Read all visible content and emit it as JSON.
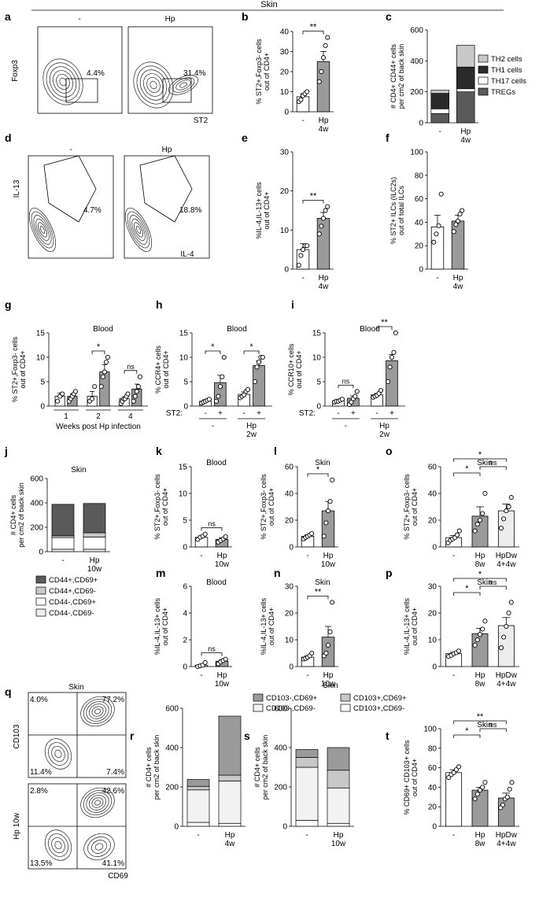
{
  "header": "Skin",
  "panels": {
    "a": {
      "letter": "a",
      "cond": [
        "-",
        "Hp"
      ],
      "ylabel": "Foxp3",
      "xlabel": "ST2",
      "gates": [
        "4.4%",
        "31.4%"
      ]
    },
    "d": {
      "letter": "d",
      "cond": [
        "-",
        "Hp"
      ],
      "ylabel": "IL-13",
      "xlabel": "IL-4",
      "gates": [
        "4.7%",
        "18.8%"
      ]
    },
    "q": {
      "letter": "q",
      "title": "Skin",
      "rowlabel": "Hp 10w",
      "ylabel": "CD103",
      "xlabel": "CD69",
      "quads_top": [
        "4.0%",
        "77.2%",
        "11.4%",
        "7.4%"
      ],
      "quads_bottom": [
        "2.8%",
        "42.6%",
        "13.5%",
        "41.1%"
      ]
    }
  },
  "legends": {
    "c": [
      "TH2 cells",
      "TH1 cells",
      "TH17 cells",
      "TREGs"
    ],
    "j": [
      "CD44+,CD69+",
      "CD44+,CD69-",
      "CD44-,CD69+",
      "CD44-,CD69-"
    ],
    "rs": {
      "title": "Skin",
      "items": [
        "CD103-,CD69+",
        "CD103+,CD69+",
        "CD103-,CD69-",
        "CD103+,CD69-"
      ]
    }
  },
  "colors": {
    "dark": "#5a5a5a",
    "mid": "#9a9a9a",
    "light": "#c8c8c8",
    "pale": "#ececec",
    "white": "#ffffff"
  },
  "chart_data": [
    {
      "id": "b",
      "type": "bar",
      "letter": "b",
      "ylabel": "% ST2+,Foxp3- cells out of CD4+",
      "ylim": [
        0,
        40
      ],
      "ticks": [
        0,
        10,
        20,
        30,
        40
      ],
      "categories": [
        "-",
        "Hp 4w"
      ],
      "values": [
        7.5,
        25
      ],
      "errors": [
        1.5,
        5
      ],
      "points": [
        [
          5,
          6,
          8,
          9,
          10
        ],
        [
          15,
          20,
          27,
          33,
          37
        ]
      ],
      "sig": [
        {
          "pair": [
            0,
            1
          ],
          "label": "**"
        }
      ]
    },
    {
      "id": "c",
      "type": "bar",
      "stacked": true,
      "letter": "c",
      "ylabel": "# CD4+ CD44+ cells per cm2 of back skin",
      "ylim": [
        0,
        600
      ],
      "ticks": [
        0,
        200,
        400,
        600
      ],
      "categories": [
        "-",
        "Hp 4w"
      ],
      "series": [
        {
          "name": "TREGs",
          "values": [
            60,
            200
          ]
        },
        {
          "name": "TH17 cells",
          "values": [
            30,
            20
          ]
        },
        {
          "name": "TH1 cells",
          "values": [
            100,
            140
          ]
        },
        {
          "name": "TH2 cells",
          "values": [
            20,
            140
          ]
        }
      ]
    },
    {
      "id": "e",
      "type": "bar",
      "letter": "e",
      "ylabel": "%IL-4,IL-13+ cells out of CD4+",
      "ylim": [
        0,
        30
      ],
      "ticks": [
        0,
        10,
        20,
        30
      ],
      "categories": [
        "-",
        "Hp 4w"
      ],
      "values": [
        5,
        13
      ],
      "errors": [
        1.5,
        1.5
      ],
      "points": [
        [
          1,
          3.5,
          5,
          6,
          6
        ],
        [
          9,
          11,
          13,
          15,
          16
        ]
      ],
      "sig": [
        {
          "pair": [
            0,
            1
          ],
          "label": "**"
        }
      ]
    },
    {
      "id": "f",
      "type": "bar",
      "letter": "f",
      "ylabel": "% ST2+ ILCs (ILC2s) out of total ILCs",
      "ylim": [
        0,
        100
      ],
      "ticks": [
        0,
        20,
        40,
        60,
        80,
        100
      ],
      "categories": [
        "-",
        "Hp 4w"
      ],
      "values": [
        36,
        41
      ],
      "errors": [
        10,
        5
      ],
      "points": [
        [
          23,
          30,
          37,
          64
        ],
        [
          32,
          38,
          41,
          47,
          50
        ]
      ]
    },
    {
      "id": "g",
      "type": "bar",
      "letter": "g",
      "title": "Blood",
      "ylabel": "% ST2+,Foxp3- cells out of CD4+",
      "ylim": [
        0,
        15
      ],
      "ticks": [
        0,
        5,
        10,
        15
      ],
      "xlabel": "Weeks post Hp infection",
      "groups": [
        "1",
        "2",
        "4"
      ],
      "fills": [
        "white",
        "grey",
        "white",
        "grey",
        "white",
        "grey"
      ],
      "values": [
        2,
        2,
        2,
        7,
        1.5,
        3.5
      ],
      "errors": [
        0.7,
        0.5,
        1,
        1.5,
        0.3,
        1
      ],
      "points": [
        [
          1,
          2,
          2.5
        ],
        [
          1,
          1.5,
          2,
          2.5,
          3
        ],
        [
          1,
          1.5,
          4
        ],
        [
          4,
          6,
          7,
          9,
          10
        ],
        [
          0.5,
          1,
          1.5,
          1.5,
          2,
          2.5
        ],
        [
          1,
          2,
          3,
          4,
          6
        ]
      ],
      "sig": [
        {
          "pair": [
            2,
            3
          ],
          "label": "*"
        },
        {
          "pair": [
            4,
            5
          ],
          "label": "ns"
        }
      ]
    },
    {
      "id": "h",
      "type": "bar",
      "letter": "h",
      "title": "Blood",
      "ylabel": "% CCR4+ cells out of CD4+",
      "ylim": [
        0,
        15
      ],
      "ticks": [
        0,
        5,
        10,
        15
      ],
      "st2label": "ST2:",
      "st2": [
        "-",
        "+",
        "-",
        "+"
      ],
      "groups": [
        "-",
        "Hp 2w"
      ],
      "fills": [
        "white",
        "grey",
        "white",
        "grey"
      ],
      "values": [
        1,
        4.8,
        2.4,
        8.3
      ],
      "errors": [
        0.3,
        1.5,
        0.5,
        1
      ],
      "points": [
        [
          0.6,
          0.8,
          1,
          1.2,
          1.4
        ],
        [
          1,
          2,
          4,
          6,
          10
        ],
        [
          1.7,
          2,
          2.3,
          3,
          3.4
        ],
        [
          5,
          8,
          9,
          10,
          10
        ]
      ],
      "sig": [
        {
          "pair": [
            0,
            1
          ],
          "label": "*"
        },
        {
          "pair": [
            2,
            3
          ],
          "label": "*"
        }
      ]
    },
    {
      "id": "i",
      "type": "bar",
      "letter": "i",
      "title": "Blood",
      "ylabel": "% CCR10+ cells out of CD4+",
      "ylim": [
        0,
        15
      ],
      "ticks": [
        0,
        5,
        10,
        15
      ],
      "st2label": "ST2:",
      "st2": [
        "-",
        "+",
        "-",
        "+"
      ],
      "groups": [
        "-",
        "Hp 2w"
      ],
      "fills": [
        "white",
        "grey",
        "white",
        "grey"
      ],
      "values": [
        1.1,
        1.6,
        2.3,
        9.3
      ],
      "errors": [
        0.2,
        0.5,
        0.3,
        1.3
      ],
      "points": [
        [
          0.8,
          1,
          1,
          1.2,
          1.4
        ],
        [
          0.3,
          0.8,
          1.5,
          2,
          3
        ],
        [
          1.8,
          2,
          2.2,
          2.6,
          3.2
        ],
        [
          5,
          8,
          10,
          11,
          15
        ]
      ],
      "sig": [
        {
          "pair": [
            0,
            1
          ],
          "label": "ns"
        },
        {
          "pair": [
            2,
            3
          ],
          "label": "**"
        }
      ]
    },
    {
      "id": "j",
      "type": "bar",
      "stacked": true,
      "letter": "j",
      "title": "Skin",
      "ylabel": "# CD4+ cells per cm2 of back skin",
      "ylim": [
        0,
        600
      ],
      "ticks": [
        0,
        200,
        400,
        600
      ],
      "categories": [
        "-",
        "Hp 10w"
      ],
      "series": [
        {
          "name": "CD44-,CD69-",
          "values": [
            20,
            20
          ]
        },
        {
          "name": "CD44-,CD69+",
          "values": [
            95,
            100
          ]
        },
        {
          "name": "CD44+,CD69-",
          "values": [
            15,
            35
          ]
        },
        {
          "name": "CD44+,CD69+",
          "values": [
            258,
            240
          ]
        }
      ]
    },
    {
      "id": "k",
      "type": "bar",
      "letter": "k",
      "title": "Blood",
      "ylabel": "% ST2+,Foxp3- cells out of CD4+",
      "ylim": [
        0,
        15
      ],
      "ticks": [
        0,
        5,
        10,
        15
      ],
      "categories": [
        "-",
        "Hp 10w"
      ],
      "values": [
        1.8,
        1.4
      ],
      "errors": [
        0.3,
        0.3
      ],
      "points": [
        [
          1.4,
          1.8,
          2,
          2.4
        ],
        [
          0.9,
          1.2,
          1.5,
          1.9
        ]
      ],
      "sig": [
        {
          "pair": [
            0,
            1
          ],
          "label": "ns"
        }
      ]
    },
    {
      "id": "l",
      "type": "bar",
      "letter": "l",
      "title": "Skin",
      "ylabel": "% ST2+,Foxp3- cells out of CD4+",
      "ylim": [
        0,
        60
      ],
      "ticks": [
        0,
        20,
        40,
        60
      ],
      "categories": [
        "-",
        "Hp 10w"
      ],
      "values": [
        8,
        27
      ],
      "errors": [
        1,
        7
      ],
      "points": [
        [
          6,
          7,
          8,
          9,
          10
        ],
        [
          8,
          18,
          27,
          34,
          50
        ]
      ],
      "sig": [
        {
          "pair": [
            0,
            1
          ],
          "label": "*"
        }
      ]
    },
    {
      "id": "o",
      "type": "bar",
      "letter": "o",
      "title": "Skin",
      "ylabel": "% ST2+,Foxp3- cells out of CD4+",
      "ylim": [
        0,
        60
      ],
      "ticks": [
        0,
        20,
        40,
        60
      ],
      "categories": [
        "-",
        "Hp 8w",
        "HpDw 4+4w"
      ],
      "fills": [
        "white",
        "grey",
        "light"
      ],
      "values": [
        7,
        23,
        27
      ],
      "errors": [
        1.5,
        7,
        5
      ],
      "points": [
        [
          3,
          5,
          6,
          7,
          9,
          12
        ],
        [
          12,
          17,
          20,
          25,
          40
        ],
        [
          14,
          21,
          27,
          30,
          37
        ]
      ],
      "sig": [
        {
          "pair": [
            0,
            2
          ],
          "label": "*",
          "row": 2
        },
        {
          "pair": [
            0,
            1
          ],
          "label": "*",
          "row": 0
        },
        {
          "pair": [
            1,
            2
          ],
          "label": "ns",
          "row": 1
        }
      ]
    },
    {
      "id": "m",
      "type": "bar",
      "letter": "m",
      "title": "Blood",
      "ylabel": "%IL-4,IL-13+ cells out of CD4+",
      "ylim": [
        0,
        6
      ],
      "ticks": [
        0,
        2,
        4,
        6
      ],
      "categories": [
        "-",
        "Hp 10w"
      ],
      "values": [
        0.1,
        0.4
      ],
      "errors": [
        0.05,
        0.1
      ],
      "points": [
        [
          0,
          0.05,
          0.1,
          0.3
        ],
        [
          0.2,
          0.35,
          0.45,
          0.55
        ]
      ],
      "sig": [
        {
          "pair": [
            0,
            1
          ],
          "label": "ns"
        }
      ]
    },
    {
      "id": "n",
      "type": "bar",
      "letter": "n",
      "title": "Skin",
      "ylabel": "%IL-4,IL-13+ cells out of CD4+",
      "ylim": [
        0,
        30
      ],
      "ticks": [
        0,
        10,
        20,
        30
      ],
      "categories": [
        "-",
        "Hp 10w"
      ],
      "values": [
        3.5,
        11
      ],
      "errors": [
        0.5,
        4
      ],
      "points": [
        [
          2.8,
          3,
          3.5,
          4,
          5
        ],
        [
          4,
          5,
          8,
          13,
          24
        ]
      ],
      "sig": [
        {
          "pair": [
            0,
            1
          ],
          "label": "**"
        }
      ]
    },
    {
      "id": "p",
      "type": "bar",
      "letter": "p",
      "title": "Skin",
      "ylabel": "%IL-4,IL-13+ cells out of CD4+",
      "ylim": [
        0,
        30
      ],
      "ticks": [
        0,
        10,
        20,
        30
      ],
      "categories": [
        "-",
        "Hp 8w",
        "HpDw 4+4w"
      ],
      "fills": [
        "white",
        "grey",
        "light"
      ],
      "values": [
        4.8,
        12.3,
        15.3
      ],
      "errors": [
        0.5,
        2,
        3
      ],
      "points": [
        [
          3.8,
          4.2,
          4.8,
          5.2,
          5.8
        ],
        [
          8,
          10,
          12,
          14,
          17
        ],
        [
          7,
          11,
          15,
          20,
          24
        ]
      ],
      "sig": [
        {
          "pair": [
            0,
            2
          ],
          "label": "*",
          "row": 2
        },
        {
          "pair": [
            0,
            1
          ],
          "label": "*",
          "row": 0
        },
        {
          "pair": [
            1,
            2
          ],
          "label": "ns",
          "row": 1
        }
      ]
    },
    {
      "id": "r",
      "type": "bar",
      "stacked": true,
      "letter": "r",
      "ylabel": "# CD4+ cells per cm2 of back skin",
      "ylim": [
        0,
        600
      ],
      "ticks": [
        0,
        200,
        400,
        600
      ],
      "categories": [
        "-",
        "Hp 4w"
      ],
      "series": [
        {
          "name": "CD103+,CD69-",
          "values": [
            20,
            15
          ]
        },
        {
          "name": "CD103-,CD69-",
          "values": [
            165,
            215
          ]
        },
        {
          "name": "CD103+,CD69+",
          "values": [
            18,
            30
          ]
        },
        {
          "name": "CD103-,CD69+",
          "values": [
            35,
            300
          ]
        }
      ]
    },
    {
      "id": "s",
      "type": "bar",
      "stacked": true,
      "letter": "s",
      "ylabel": "# CD4+ cells per cm2 of back skin",
      "ylim": [
        0,
        600
      ],
      "ticks": [
        0,
        200,
        400,
        600
      ],
      "categories": [
        "-",
        "Hp 10w"
      ],
      "series": [
        {
          "name": "CD103+,CD69-",
          "values": [
            30,
            15
          ]
        },
        {
          "name": "CD103-,CD69-",
          "values": [
            270,
            180
          ]
        },
        {
          "name": "CD103+,CD69+",
          "values": [
            50,
            90
          ]
        },
        {
          "name": "CD103-,CD69+",
          "values": [
            40,
            115
          ]
        }
      ]
    },
    {
      "id": "t",
      "type": "bar",
      "letter": "t",
      "title": "Skin",
      "ylabel": "% CD69+ CD103+ cells out of CD4+",
      "ylim": [
        0,
        100
      ],
      "ticks": [
        0,
        20,
        40,
        60,
        80,
        100
      ],
      "categories": [
        "-",
        "Hp 8w",
        "HpDw 4+4w"
      ],
      "fills": [
        "white",
        "grey",
        "grey"
      ],
      "values": [
        55,
        37,
        29
      ],
      "errors": [
        3,
        3,
        5
      ],
      "points": [
        [
          50,
          53,
          55,
          58,
          61
        ],
        [
          28,
          33,
          37,
          40,
          45
        ],
        [
          19,
          22,
          28,
          30,
          38,
          45
        ]
      ],
      "sig": [
        {
          "pair": [
            0,
            2
          ],
          "label": "**",
          "row": 2
        },
        {
          "pair": [
            0,
            1
          ],
          "label": "*",
          "row": 0
        },
        {
          "pair": [
            1,
            2
          ],
          "label": "ns",
          "row": 1
        }
      ]
    }
  ]
}
